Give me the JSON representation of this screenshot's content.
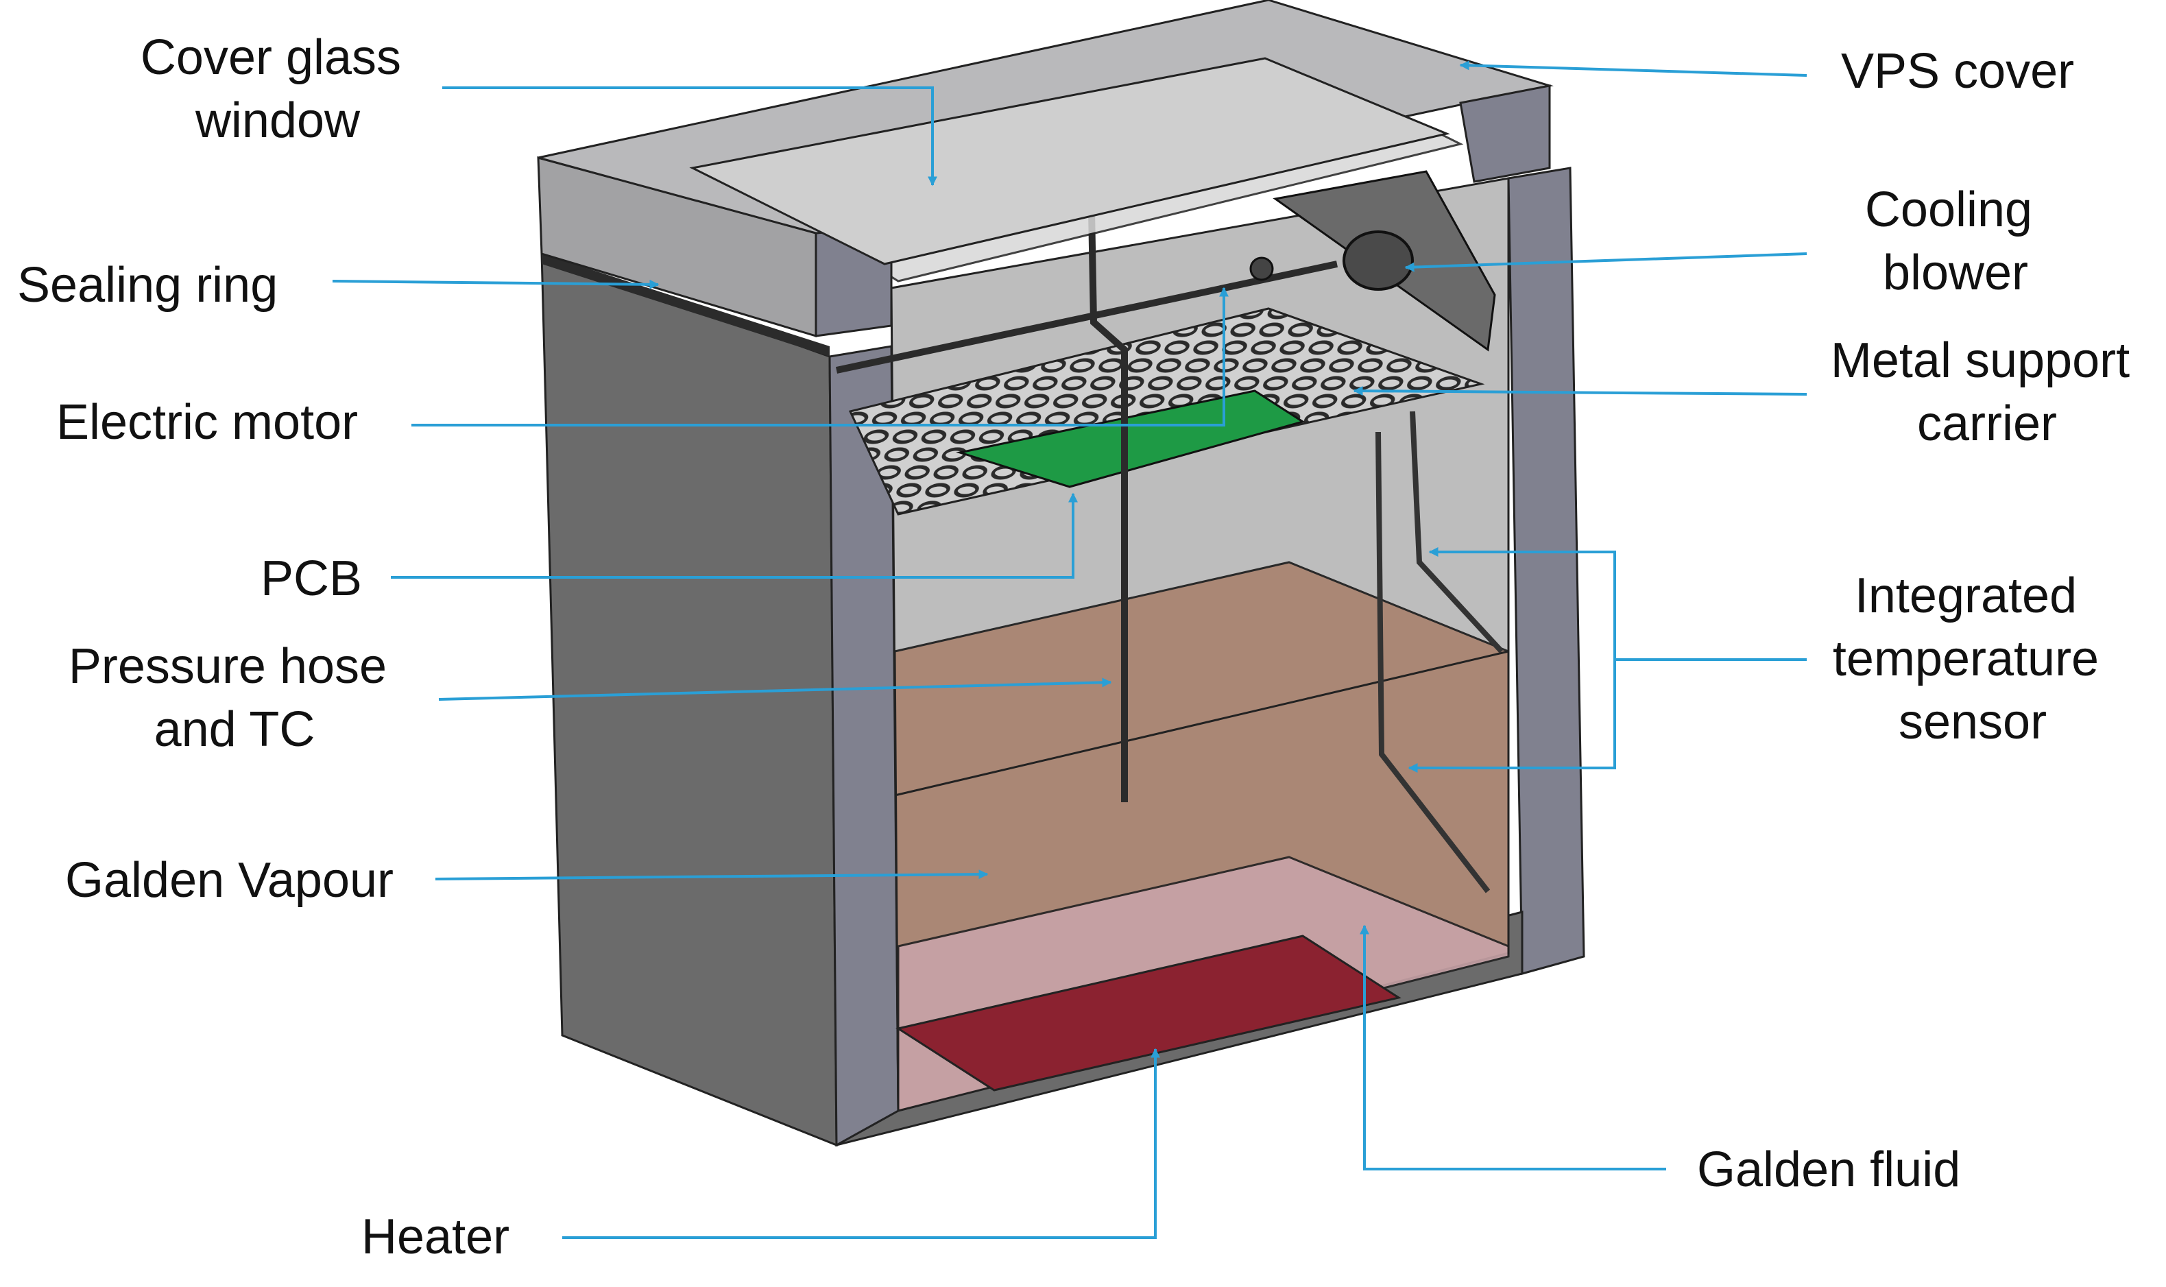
{
  "labels": {
    "cover_glass_window": [
      "Cover glass",
      "window"
    ],
    "sealing_ring": [
      "Sealing ring"
    ],
    "electric_motor": [
      "Electric motor"
    ],
    "pcb": [
      "PCB"
    ],
    "pressure_hose_tc": [
      "Pressure hose",
      "and TC"
    ],
    "galden_vapour": [
      "Galden Vapour"
    ],
    "heater": [
      "Heater"
    ],
    "vps_cover": [
      "VPS cover"
    ],
    "cooling_blower": [
      "Cooling",
      "blower"
    ],
    "metal_support_carrier": [
      "Metal support",
      "carrier"
    ],
    "integrated_temperature_sensor": [
      "Integrated",
      "temperature",
      "sensor"
    ],
    "galden_fluid": [
      "Galden fluid"
    ]
  },
  "colors": {
    "leader_line": "#2a9fd6",
    "housing_front": "#6b6b6b",
    "housing_side": "#80818f",
    "cover_top": "#b9b9bb",
    "cover_front": "#a2a2a4",
    "chamber_back": "#bdbdbd",
    "vapour": "#a98572",
    "fluid": "#c9a3a8",
    "heater": "#8b2230",
    "pcb": "#1e9a45",
    "mesh": "#2b2b2b"
  }
}
